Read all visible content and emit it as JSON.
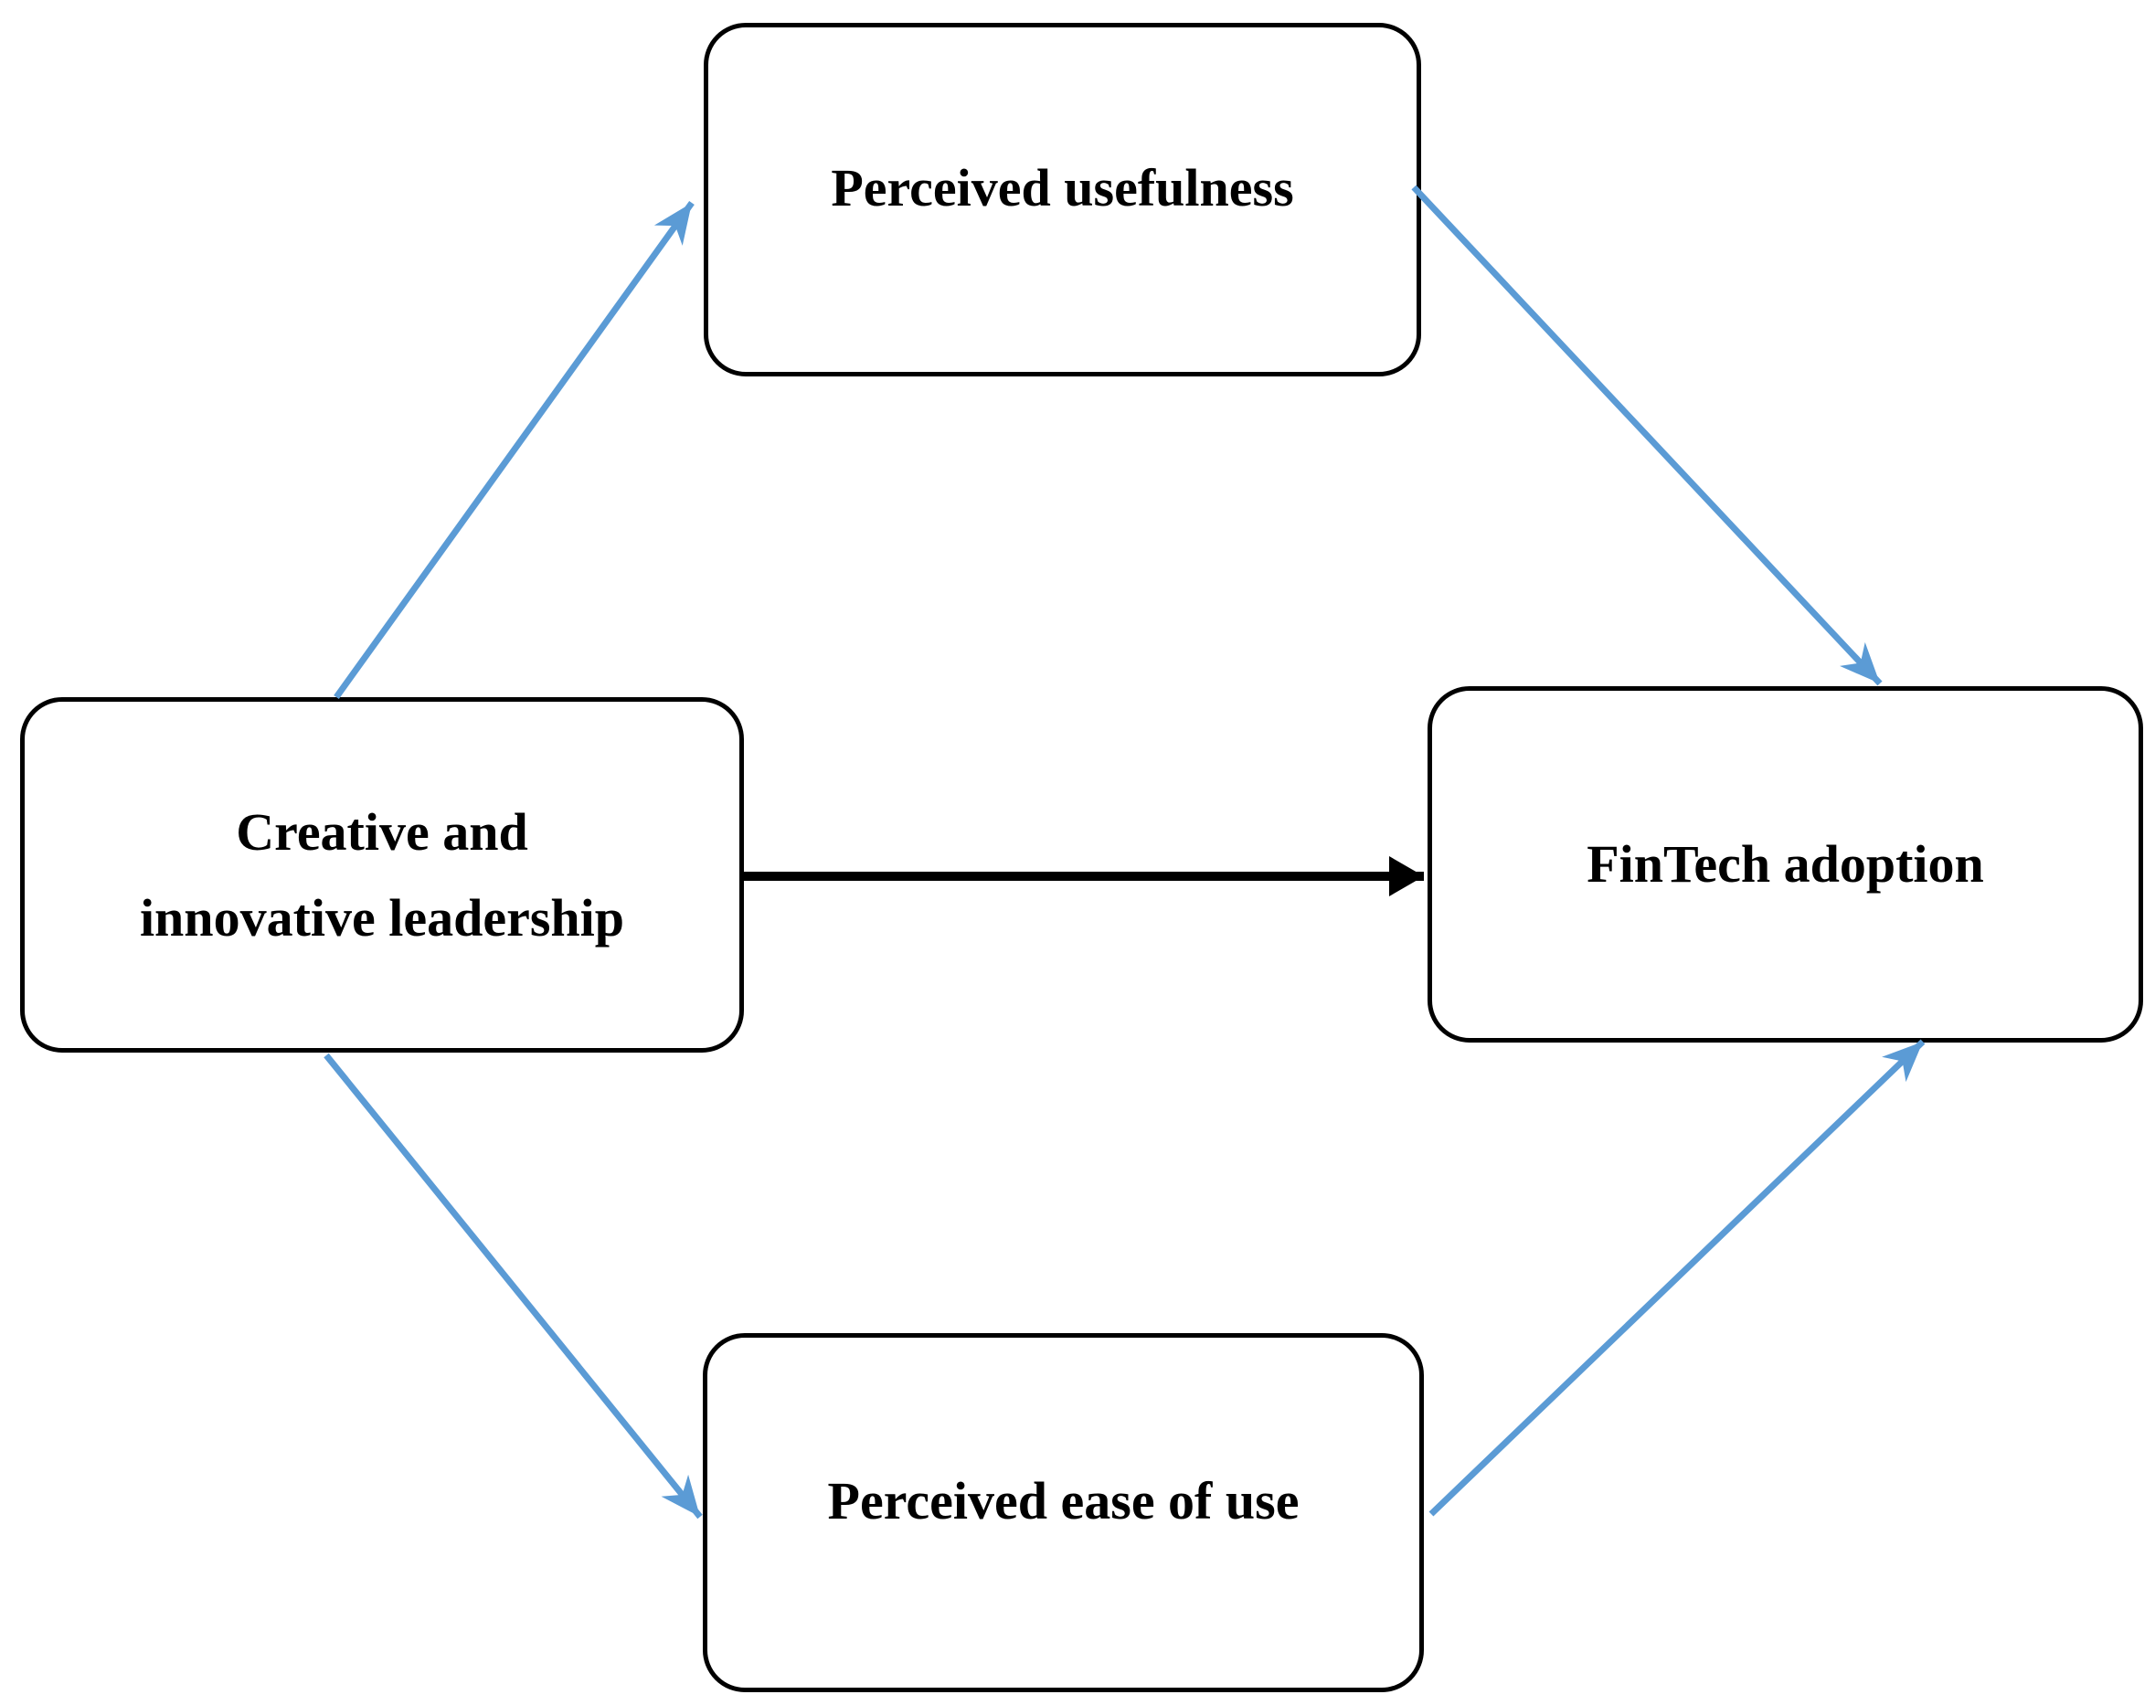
{
  "diagram": {
    "background": "#FFFFFF",
    "colors": {
      "arrow_blue": "#5B9BD5",
      "arrow_black": "#000000",
      "box_border": "#000000",
      "box_fill": "#FFFFFF",
      "text": "#000000"
    },
    "nodes": {
      "perceived_usefulness": {
        "label": "Perceived usefulness"
      },
      "creative_innovative_leadership": {
        "label": "Creative and innovative leadership",
        "label_lines": [
          "Creative and",
          "innovative leadership"
        ]
      },
      "fintech_adoption": {
        "label": "FinTech adoption"
      },
      "perceived_ease_of_use": {
        "label": "Perceived ease of use"
      }
    },
    "connections": [
      {
        "from": "creative_innovative_leadership",
        "to": "perceived_usefulness",
        "style": "blue-arrow"
      },
      {
        "from": "perceived_usefulness",
        "to": "fintech_adoption",
        "style": "blue-arrow"
      },
      {
        "from": "creative_innovative_leadership",
        "to": "fintech_adoption",
        "style": "black-arrow"
      },
      {
        "from": "creative_innovative_leadership",
        "to": "perceived_ease_of_use",
        "style": "blue-arrow"
      },
      {
        "from": "perceived_ease_of_use",
        "to": "fintech_adoption",
        "style": "blue-arrow"
      }
    ]
  }
}
